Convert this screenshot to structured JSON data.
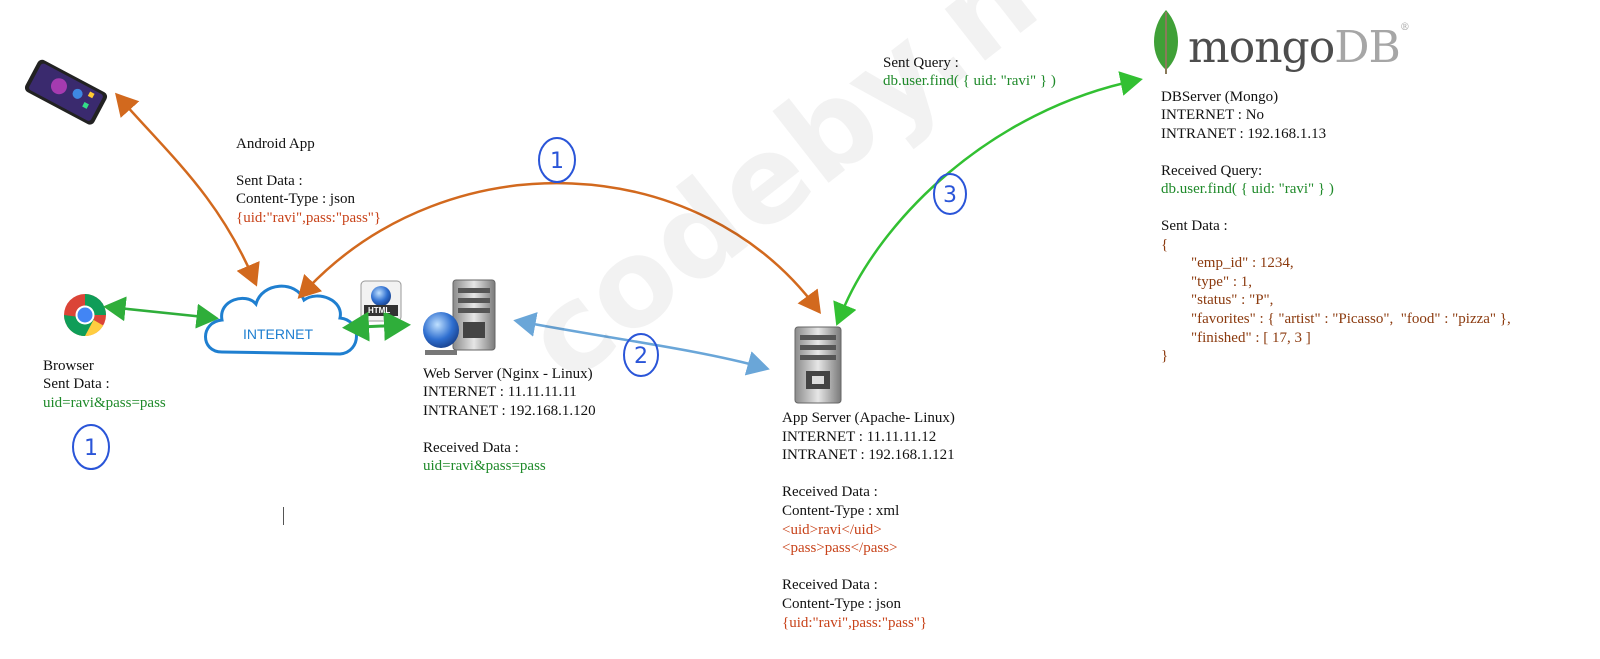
{
  "android": {
    "title": "Android App",
    "sent_data_label": "Sent Data :",
    "content_type": "Content-Type : json",
    "payload": "{uid:\"ravi\",pass:\"pass\"}"
  },
  "browser": {
    "title": "Browser",
    "sent_data_label": "Sent Data :",
    "payload": "uid=ravi&pass=pass",
    "step": "1"
  },
  "internet_cloud": {
    "label": "INTERNET"
  },
  "html_badge": {
    "label": "HTML"
  },
  "web_server": {
    "title": "Web Server (Nginx - Linux)",
    "internet": "INTERNET : 11.11.11.11",
    "intranet": "INTRANET : 192.168.1.120",
    "received_label": "Received Data :",
    "payload": "uid=ravi&pass=pass"
  },
  "app_server": {
    "title": "App Server (Apache- Linux)",
    "internet": "INTERNET : 11.11.11.12",
    "intranet": "INTRANET : 192.168.1.121",
    "received_xml_label": "Received Data :",
    "xml_content_type": "Content-Type : xml",
    "xml_uid": "<uid>ravi</uid>",
    "xml_pass": "<pass>pass</pass>",
    "received_json_label": "Received Data :",
    "json_content_type": "Content-Type : json",
    "json_payload": "{uid:\"ravi\",pass:\"pass\"}"
  },
  "query": {
    "label": "Sent Query :",
    "text": "db.user.find( { uid: \"ravi\" } )"
  },
  "db_server": {
    "logo_mongo": "mongo",
    "logo_db": "DB",
    "logo_reg": "®",
    "title": "DBServer (Mongo)",
    "internet": "INTERNET : No",
    "intranet": "INTRANET : 192.168.1.13",
    "received_query_label": "Received Query:",
    "received_query": "db.user.find( { uid: \"ravi\" } )",
    "sent_data_label": "Sent Data :",
    "json_lines": [
      "{",
      "        \"emp_id\" : 1234,",
      "        \"type\" : 1,",
      "        \"status\" : \"P\",",
      "        \"favorites\" : { \"artist\" : \"Picasso\",  \"food\" : \"pizza\" },",
      "        \"finished\" : [ 17, 3 ]",
      "}"
    ]
  },
  "steps": {
    "android_to_app": "1",
    "web_to_app": "2",
    "app_to_db": "3"
  },
  "watermark": "codeby.net",
  "colors": {
    "android_arrow": "#d2691e",
    "browser_arrow": "#2fae3a",
    "web_arrow": "#6aa6d8",
    "db_arrow": "#32c032",
    "step_circle": "#2a55d8",
    "cloud": "#1f7fd0",
    "green_text": "#1f8a2a",
    "red_text": "#c8431a"
  }
}
